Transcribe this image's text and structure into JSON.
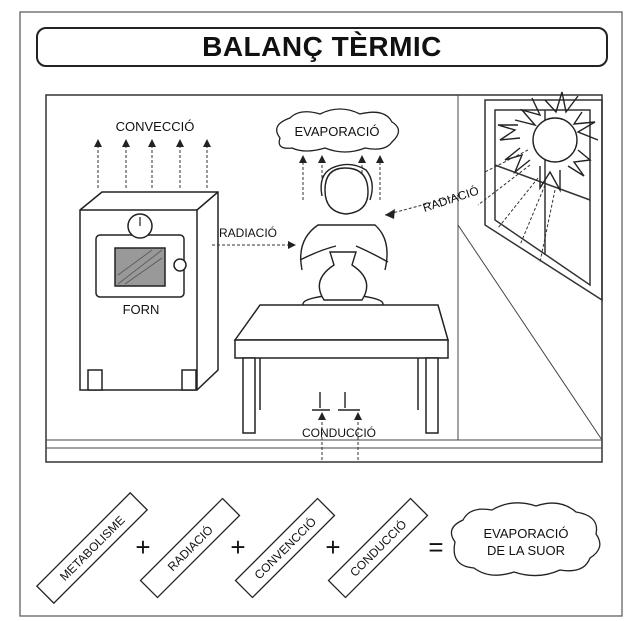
{
  "title": "BALANÇ TÈRMIC",
  "scene": {
    "convection_label": "CONVECCIÓ",
    "evaporation_label": "EVAPORACIÓ",
    "radiation_sun_label": "RADIACIÓ",
    "radiation_oven_label": "RADIACIÓ",
    "oven_label": "FORN",
    "conduction_label": "CONDUCCIÓ"
  },
  "equation": {
    "terms": [
      "METABOLISME",
      "RADIACIÓ",
      "CONVENCCIÓ",
      "CONDUCCIÓ"
    ],
    "plus_sign": "+",
    "equals_sign": "=",
    "result_line1": "EVAPORACIÓ",
    "result_line2": "DE LA SUOR"
  }
}
